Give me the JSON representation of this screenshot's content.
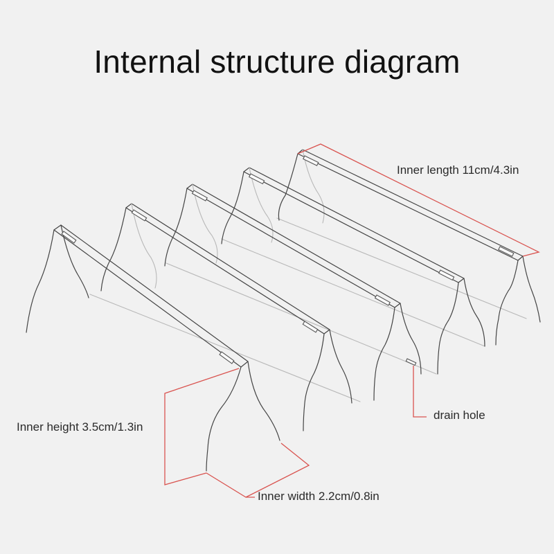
{
  "diagram": {
    "title": "Internal structure diagram",
    "labels": {
      "inner_length": "Inner length 11cm/4.3in",
      "drain_hole": "drain hole",
      "inner_height": "Inner height 3.5cm/1.3in",
      "inner_width": "Inner width 2.2cm/0.8in"
    },
    "colors": {
      "background": "#f1f1f1",
      "line": "#444444",
      "dimension": "#d9534f"
    }
  }
}
